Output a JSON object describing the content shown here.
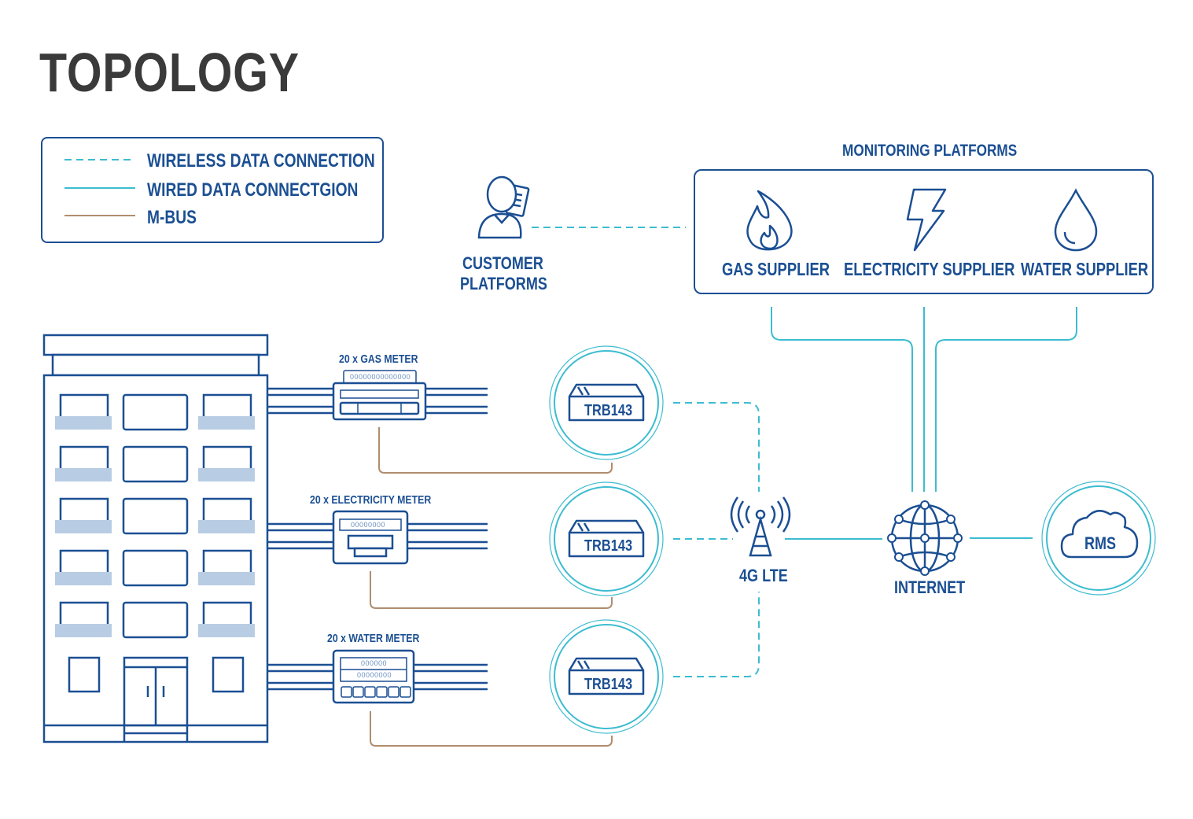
{
  "title": "TOPOLOGY",
  "legend": {
    "wireless": "WIRELESS DATA CONNECTION",
    "wired": "WIRED DATA CONNECTGION",
    "mbus": "M-BUS"
  },
  "monitoring": {
    "title": "MONITORING PLATFORMS",
    "gas": "GAS SUPPLIER",
    "electricity": "ELECTRICITY SUPPLIER",
    "water": "WATER SUPPLIER"
  },
  "customer": {
    "line1": "CUSTOMER",
    "line2": "PLATFORMS"
  },
  "meters": {
    "gas": {
      "label": "20 x GAS METER",
      "digits": "00000000000000"
    },
    "electricity": {
      "label": "20 x ELECTRICITY METER",
      "digits": "00000000"
    },
    "water": {
      "label": "20 x WATER METER",
      "digits1": "000000",
      "digits2": "00000000"
    }
  },
  "routers": [
    "TRB143",
    "TRB143",
    "TRB143"
  ],
  "lte": "4G LTE",
  "internet": "INTERNET",
  "rms": "RMS",
  "colors": {
    "primary": "#1b4f93",
    "wireless": "#3dbcd0",
    "wired": "#3dbcd0",
    "mbus": "#b08d6e",
    "window": "#b8cde3",
    "title": "#3a3a3a"
  }
}
